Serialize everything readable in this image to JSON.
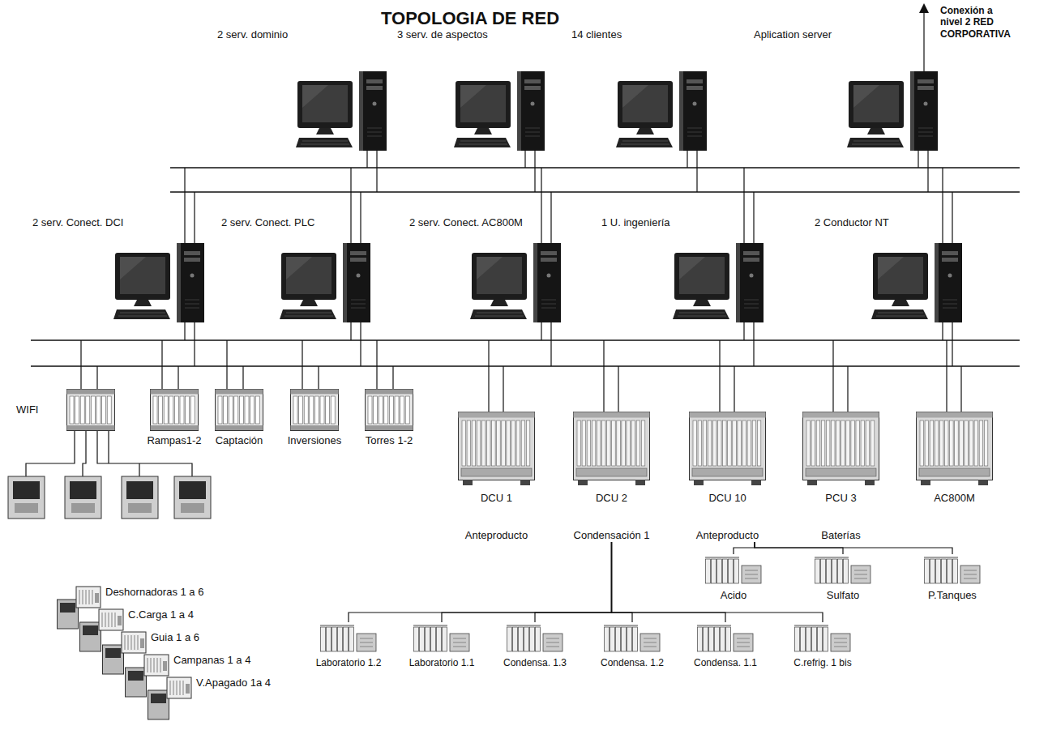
{
  "diagram": {
    "title": "TOPOLOGIA DE RED",
    "nodes": [
      {
        "text": [
          "2 serv. dominio"
        ]
      },
      {
        "text": [
          "3 serv. de aspectos"
        ]
      },
      {
        "text": [
          "14 clientes"
        ]
      },
      {
        "text": [
          "Aplication server"
        ]
      },
      {
        "text": [
          "2 serv. Conect. DCI"
        ]
      },
      {
        "text": [
          "2 serv. Conect. PLC"
        ]
      },
      {
        "text": [
          "2 serv. Conect. AC800M"
        ]
      },
      {
        "text": [
          "1 U. ingeniería"
        ]
      },
      {
        "text": [
          "2 Conductor NT"
        ]
      },
      {
        "text": [
          "WIFI"
        ]
      },
      {
        "text": [
          "Rampas1-2"
        ]
      },
      {
        "text": [
          "Captación"
        ]
      },
      {
        "text": [
          "Inversiones"
        ]
      },
      {
        "text": [
          "Torres 1-2"
        ]
      },
      {
        "text": [
          "DCU 1",
          "Anteproducto"
        ]
      },
      {
        "text": [
          "DCU 2",
          "Condensación 1"
        ]
      },
      {
        "text": [
          "DCU 10",
          "Anteproducto"
        ]
      },
      {
        "text": [
          "PCU 3",
          "Baterías"
        ]
      },
      {
        "text": [
          "AC800M"
        ]
      },
      {
        "text": [
          "Acido"
        ]
      },
      {
        "text": [
          "Sulfato"
        ]
      },
      {
        "text": [
          "P.Tanques"
        ]
      },
      {
        "text": [
          "Deshornadoras 1 a 6"
        ]
      },
      {
        "text": [
          "C.Carga 1 a 4"
        ]
      },
      {
        "text": [
          "Guia 1 a 6"
        ]
      },
      {
        "text": [
          "Campanas 1 a 4"
        ]
      },
      {
        "text": [
          "V.Apagado 1a 4"
        ]
      },
      {
        "text": [
          "Laboratorio 1.2"
        ]
      },
      {
        "text": [
          "Laboratorio 1.1"
        ]
      },
      {
        "text": [
          "Condensa. 1.3"
        ]
      },
      {
        "text": [
          "Condensa. 1.2"
        ]
      },
      {
        "text": [
          "Condensa. 1.1"
        ]
      },
      {
        "text": [
          "C.refrig. 1 bis"
        ]
      }
    ],
    "edges": [
      {
        "from": 16,
        "to": 19,
        "arrow": "none"
      },
      {
        "from": 16,
        "to": 20,
        "arrow": "none"
      },
      {
        "from": 16,
        "to": 21,
        "arrow": "none"
      },
      {
        "from": 15,
        "to": 27,
        "arrow": "none"
      },
      {
        "from": 15,
        "to": 28,
        "arrow": "none"
      },
      {
        "from": 15,
        "to": 29,
        "arrow": "none"
      },
      {
        "from": 15,
        "to": 30,
        "arrow": "none"
      },
      {
        "from": 15,
        "to": 31,
        "arrow": "none"
      },
      {
        "from": 15,
        "to": 32,
        "arrow": "none"
      }
    ],
    "labels": [
      "Conexión a nivel 2 RED CORPORATIVA"
    ]
  }
}
